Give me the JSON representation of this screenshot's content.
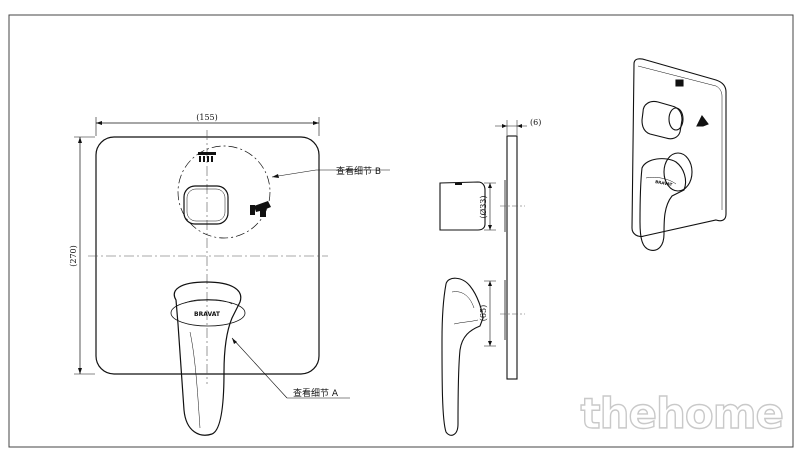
{
  "dimensions": {
    "width": "(155)",
    "height": "(270)",
    "thickness": "(6)",
    "diameter": "(Ø33)",
    "lever_height": "(65)"
  },
  "callouts": {
    "detail_a": "查看细节 A",
    "detail_b": "查看细节 B"
  },
  "brand": "BRAVAT",
  "watermark": "thehome"
}
